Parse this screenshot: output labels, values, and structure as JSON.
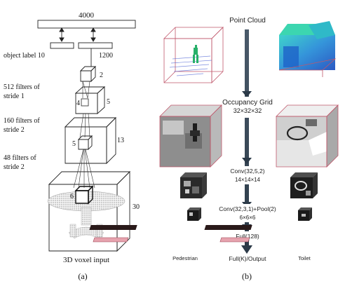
{
  "panel_a": {
    "top_size": "4000",
    "object_label": "object label 10",
    "fc_size": "1200",
    "layer1_label": "512 filters of",
    "layer1_label2": "stride 1",
    "layer2_label": "160 filters of",
    "layer2_label2": "stride 2",
    "layer3_label": "48 filters of",
    "layer3_label2": "stride 2",
    "cube_sizes": [
      "2",
      "4",
      "5",
      "5",
      "13",
      "6",
      "30"
    ],
    "input_label": "3D voxel input",
    "caption": "(a)"
  },
  "panel_b": {
    "point_cloud": "Point Cloud",
    "occupancy_grid": "Occupancy Grid",
    "grid_size": "32×32×32",
    "conv1": "Conv(32,5,2)",
    "conv1_out": "14×14×14",
    "conv2": "Conv(32,3,1)+Pool(2)",
    "conv2_out": "6×6×6",
    "full1": "Full(128)",
    "full2": "Full(K)/Output",
    "left_label": "Pedestrian",
    "right_label": "Toilet",
    "caption": "(b)"
  }
}
